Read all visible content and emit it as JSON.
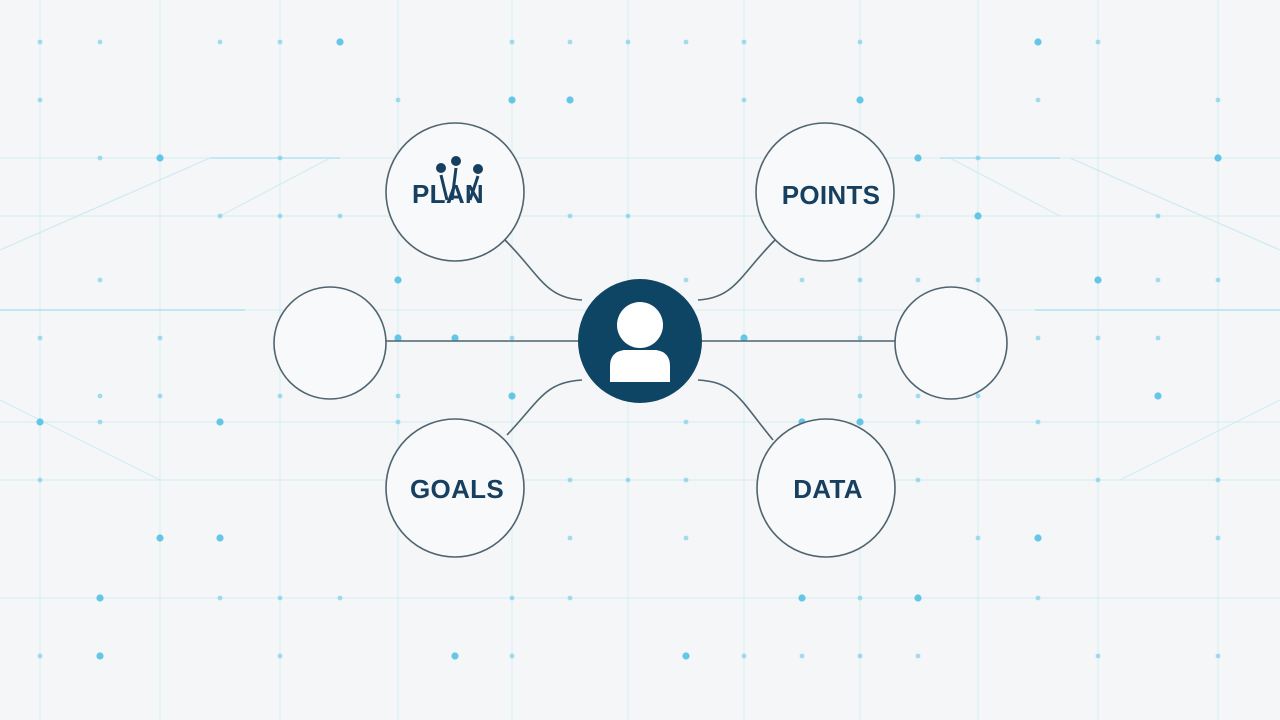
{
  "colors": {
    "background": "#f4f6f7",
    "grid_line": "#bfe6f2",
    "grid_dot": "#5cc4e6",
    "node_stroke": "#4f6470",
    "hub_fill": "#0f4564",
    "label": "#173f5f",
    "connector": "#4f6470"
  },
  "hub": {
    "icon": "user-icon"
  },
  "nodes": [
    {
      "id": "plan",
      "label": "PLAN",
      "icon": "people-icon"
    },
    {
      "id": "points",
      "label": "POINTS"
    },
    {
      "id": "left",
      "label": ""
    },
    {
      "id": "right",
      "label": ""
    },
    {
      "id": "goals",
      "label": "GOALS"
    },
    {
      "id": "data",
      "label": "DATA"
    }
  ]
}
